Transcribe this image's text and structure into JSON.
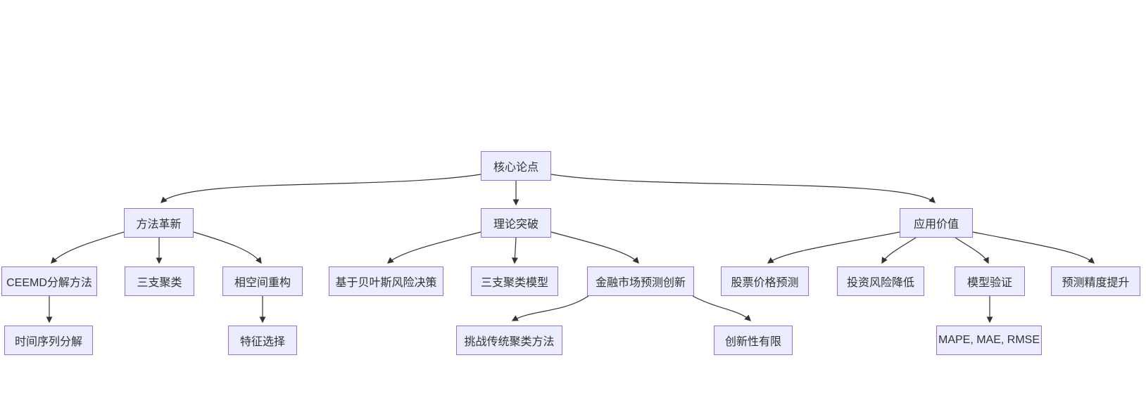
{
  "diagram": {
    "type": "flowchart",
    "direction": "top-down",
    "colors": {
      "background": "#ffffff",
      "node_fill": "#ECECFF",
      "node_border": "#9370DB",
      "edge": "#333333",
      "text": "#333333"
    },
    "nodes": {
      "core": {
        "label": "核心论点"
      },
      "method": {
        "label": "方法革新"
      },
      "theory": {
        "label": "理论突破"
      },
      "value": {
        "label": "应用价值"
      },
      "ceemd": {
        "label": "CEEMD分解方法"
      },
      "three_way_clustering": {
        "label": "三支聚类"
      },
      "phase_space": {
        "label": "相空间重构"
      },
      "bayes": {
        "label": "基于贝叶斯风险决策"
      },
      "three_way_model": {
        "label": "三支聚类模型"
      },
      "finance": {
        "label": "金融市场预测创新"
      },
      "stock": {
        "label": "股票价格预测"
      },
      "invest": {
        "label": "投资风险降低"
      },
      "model_validation": {
        "label": "模型验证"
      },
      "precision": {
        "label": "预测精度提升"
      },
      "time_series": {
        "label": "时间序列分解"
      },
      "feature": {
        "label": "特征选择"
      },
      "challenge": {
        "label": "挑战传统聚类方法"
      },
      "limited": {
        "label": "创新性有限"
      },
      "metrics": {
        "label": "MAPE, MAE, RMSE"
      }
    },
    "edges": [
      {
        "from": "core",
        "to": "method"
      },
      {
        "from": "core",
        "to": "theory"
      },
      {
        "from": "core",
        "to": "value"
      },
      {
        "from": "method",
        "to": "ceemd"
      },
      {
        "from": "method",
        "to": "three_way_clustering"
      },
      {
        "from": "method",
        "to": "phase_space"
      },
      {
        "from": "theory",
        "to": "bayes"
      },
      {
        "from": "theory",
        "to": "three_way_model"
      },
      {
        "from": "theory",
        "to": "finance"
      },
      {
        "from": "finance",
        "to": "challenge"
      },
      {
        "from": "finance",
        "to": "limited"
      },
      {
        "from": "value",
        "to": "stock"
      },
      {
        "from": "value",
        "to": "invest"
      },
      {
        "from": "value",
        "to": "model_validation"
      },
      {
        "from": "value",
        "to": "precision"
      },
      {
        "from": "ceemd",
        "to": "time_series"
      },
      {
        "from": "phase_space",
        "to": "feature"
      },
      {
        "from": "model_validation",
        "to": "metrics"
      }
    ]
  }
}
